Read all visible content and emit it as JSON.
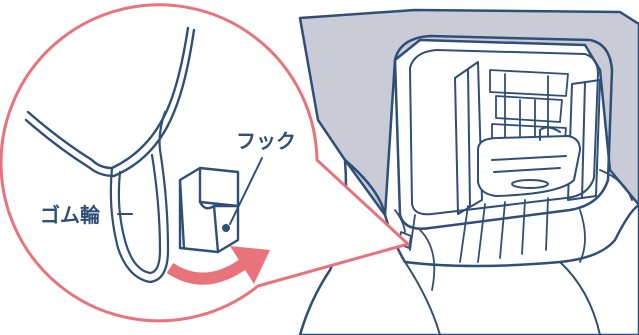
{
  "labels": {
    "hook": "フック",
    "rubber_band": "ゴム輪"
  },
  "colors": {
    "outline": "#2f4f78",
    "accent": "#e8737a",
    "backrest": "#c9ccd6",
    "background": "#ffffff"
  },
  "icons": {
    "arrow": "curved-arrow",
    "magnifier": "zoom-callout"
  }
}
